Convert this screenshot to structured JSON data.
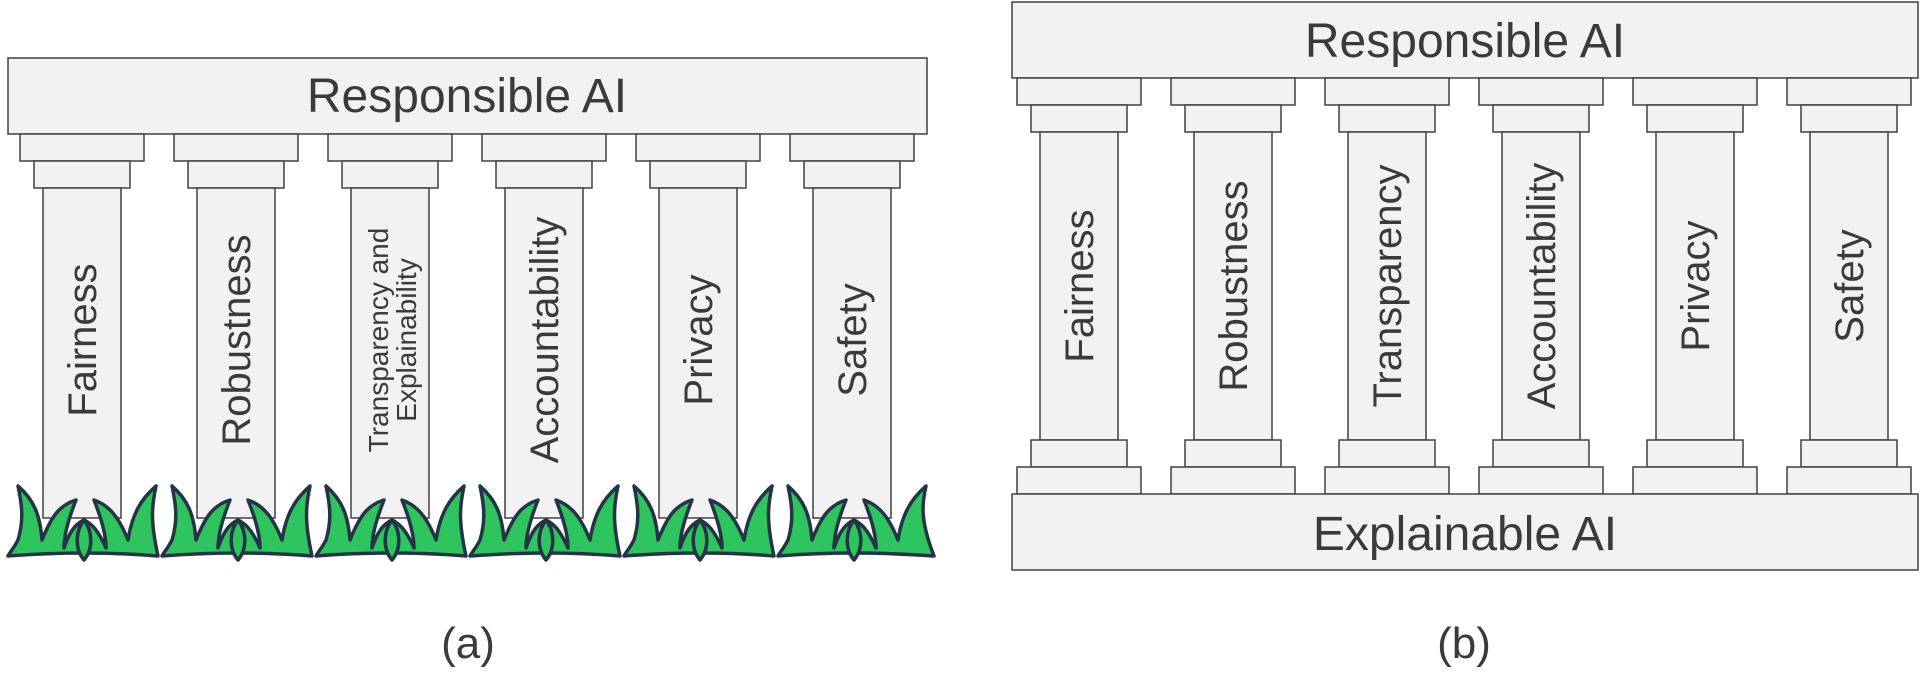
{
  "diagram_a": {
    "roof_label": "Responsible AI",
    "pillars": [
      "Fairness",
      "Robustness",
      "Transparency and",
      "Accountability",
      "Privacy",
      "Safety"
    ],
    "pillar_3_second_line": "Explainability",
    "caption": "(a)"
  },
  "diagram_b": {
    "roof_label": "Responsible AI",
    "pillars": [
      "Fairness",
      "Robustness",
      "Transparency",
      "Accountability",
      "Privacy",
      "Safety"
    ],
    "base_label": "Explainable AI",
    "caption": "(b)"
  },
  "colors": {
    "stone": "#f2f2f2",
    "outline": "#404040",
    "grass": "#2ec45e",
    "grass_outline": "#233446",
    "text": "#3a3a3a"
  }
}
